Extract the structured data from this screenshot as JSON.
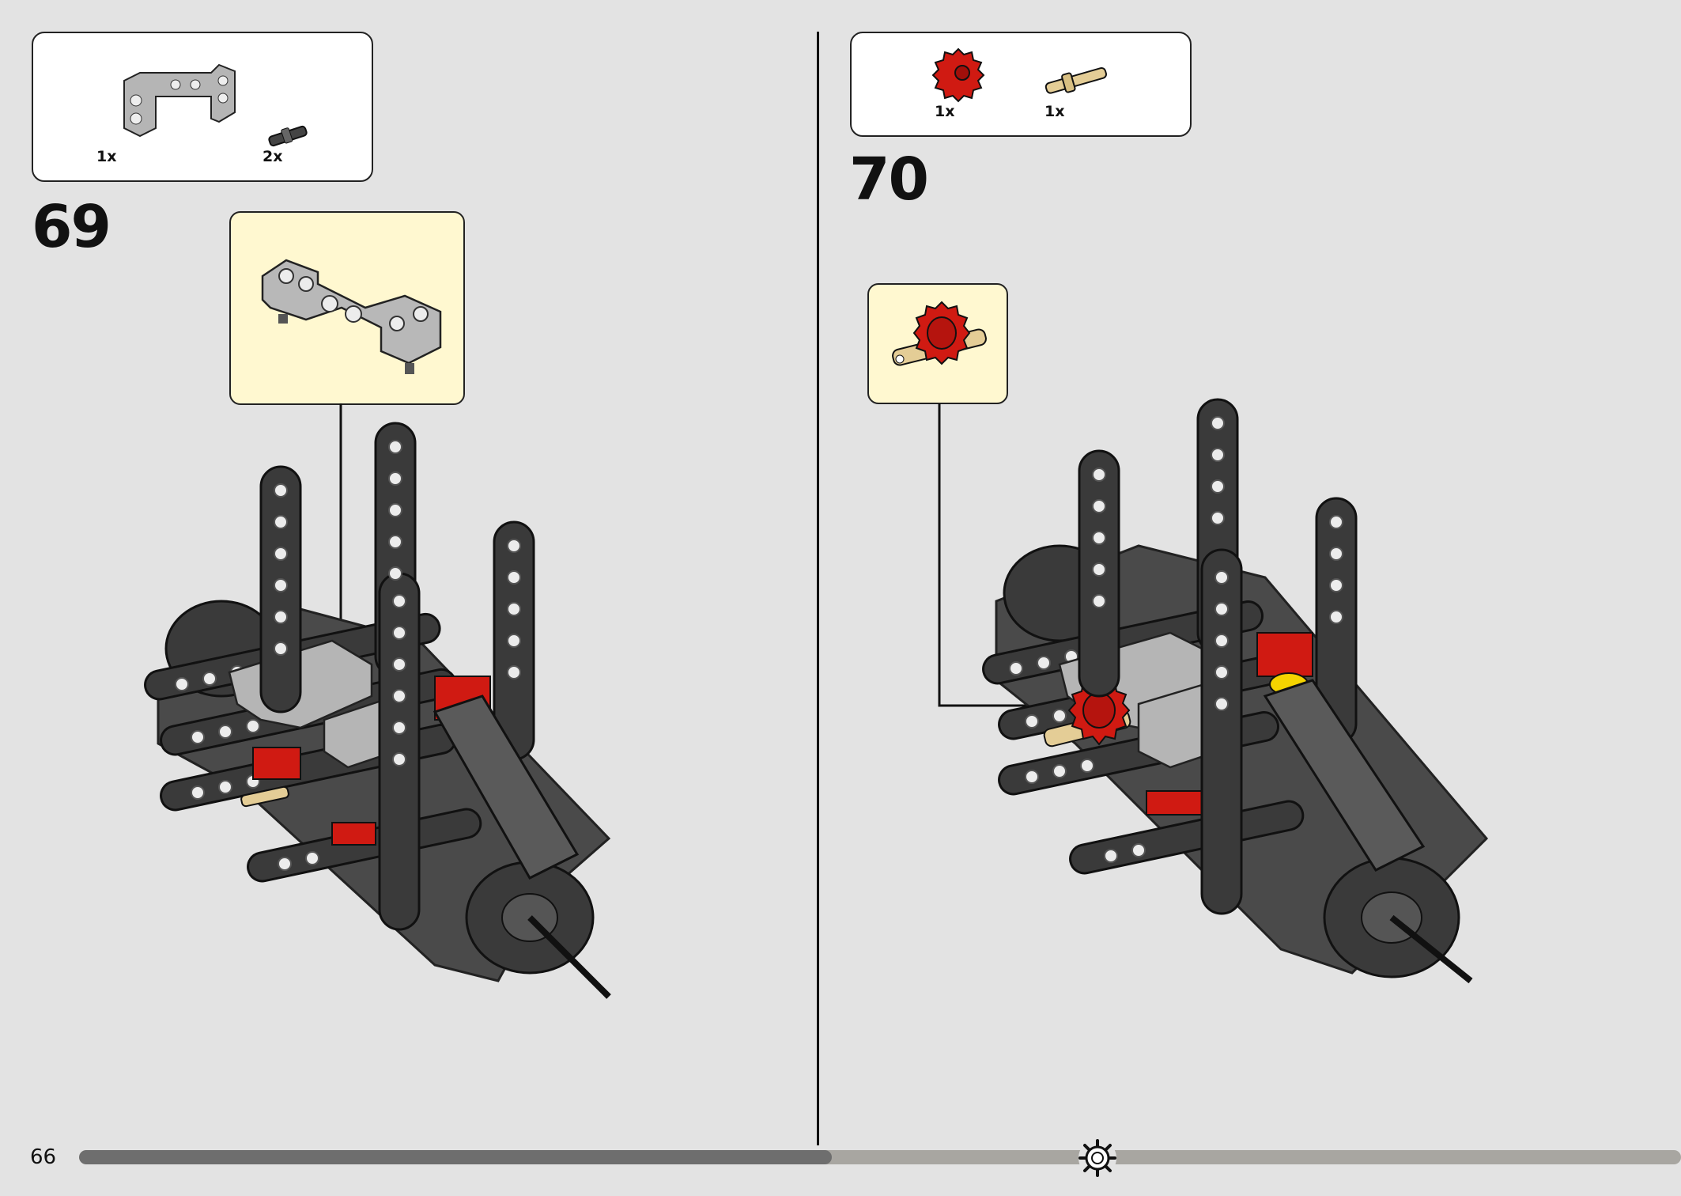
{
  "page": {
    "number": "66"
  },
  "steps": [
    {
      "number": "69",
      "parts": [
        {
          "name": "gray-frame-part",
          "qty": "1x"
        },
        {
          "name": "black-connector-part",
          "qty": "2x"
        }
      ]
    },
    {
      "number": "70",
      "parts": [
        {
          "name": "red-gear-part",
          "qty": "1x"
        },
        {
          "name": "tan-axle-pin-part",
          "qty": "1x"
        }
      ]
    }
  ],
  "progress": {
    "fraction": 0.47
  },
  "colors": {
    "background": "#e3e3e3",
    "callout": "#fff8d0",
    "brick_dark": "#3a3a3a",
    "brick_light": "#a9a9a9",
    "accent_red": "#d01a12",
    "accent_yellow": "#f5d400",
    "tan": "#e4cd96"
  }
}
